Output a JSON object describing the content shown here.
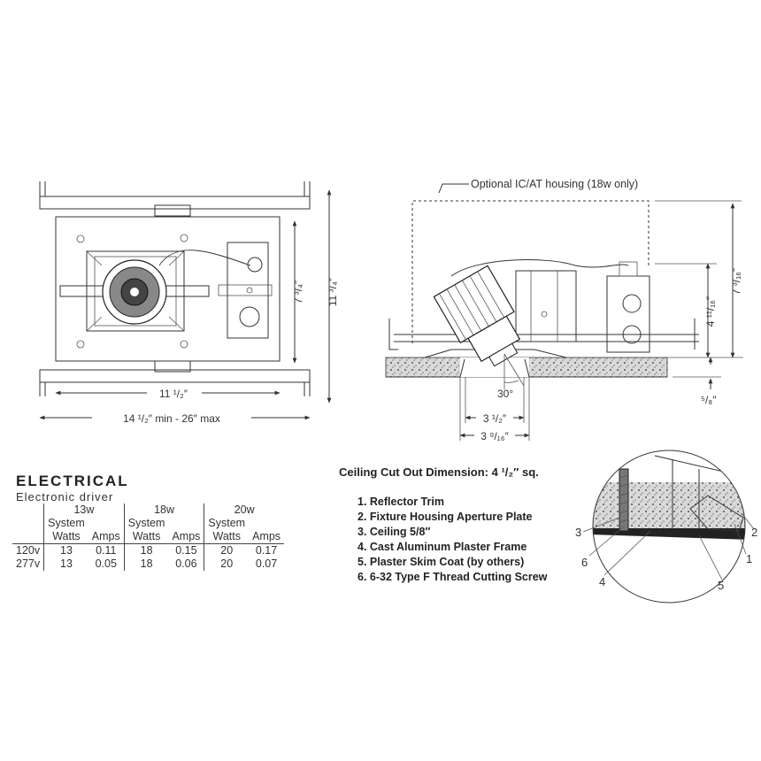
{
  "top_view": {
    "dim_width_inner": "11 ¹/₂″",
    "dim_width_outer": "14 ¹/₂″ min - 26″ max",
    "dim_height_inner": "7 ³/₄″",
    "dim_height_outer": "11 ³/₄″"
  },
  "side_view": {
    "ic_label": "Optional IC/AT housing (18w only)",
    "dim_height_inner": "4 ¹¹/₁₆″",
    "dim_height_outer": "7 ³/₁₆″",
    "dim_ceiling": "⁵/₈″",
    "dim_angle": "30°",
    "dim_aperture_inner": "3 ¹/₂″",
    "dim_aperture_outer": "3 ⁹/₁₆″"
  },
  "electrical": {
    "title": "ELECTRICAL",
    "subtitle": "Electronic driver",
    "groups": [
      "13w",
      "18w",
      "20w"
    ],
    "sub_header_1": "System",
    "col_watts": "Watts",
    "col_amps": "Amps",
    "rows": [
      {
        "voltage": "120v",
        "w13": "13",
        "a13": "0.11",
        "w18": "18",
        "a18": "0.15",
        "w20": "20",
        "a20": "0.17"
      },
      {
        "voltage": "277v",
        "w13": "13",
        "a13": "0.05",
        "w18": "18",
        "a18": "0.06",
        "w20": "20",
        "a20": "0.07"
      }
    ]
  },
  "cutout": "Ceiling Cut Out Dimension: 4 ¹/₂″ sq.",
  "legend": [
    "1. Reflector Trim",
    "2. Fixture Housing Aperture Plate",
    "3. Ceiling 5/8″",
    "4. Cast Aluminum Plaster Frame",
    "5. Plaster Skim Coat (by others)",
    "6. 6-32 Type F Thread Cutting Screw"
  ],
  "callouts": [
    "1",
    "2",
    "3",
    "4",
    "5",
    "6"
  ]
}
